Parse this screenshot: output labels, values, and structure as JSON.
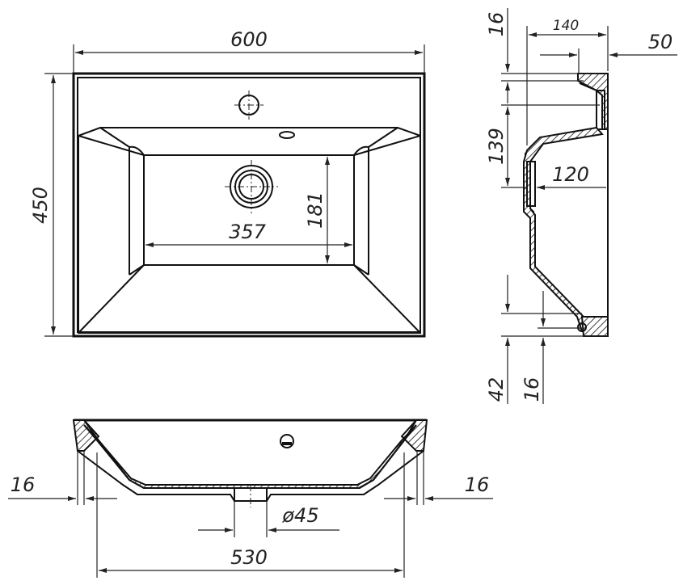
{
  "dimensions": {
    "top_width": "600",
    "top_depth": "450",
    "bowl_width": "357",
    "bowl_depth": "181",
    "side_16_top": "16",
    "side_140": "140",
    "side_50": "50",
    "side_139": "139",
    "side_120": "120",
    "side_42": "42",
    "side_16_bottom": "16",
    "front_16_left": "16",
    "front_16_right": "16",
    "front_drain": "ø45",
    "front_530": "530"
  }
}
